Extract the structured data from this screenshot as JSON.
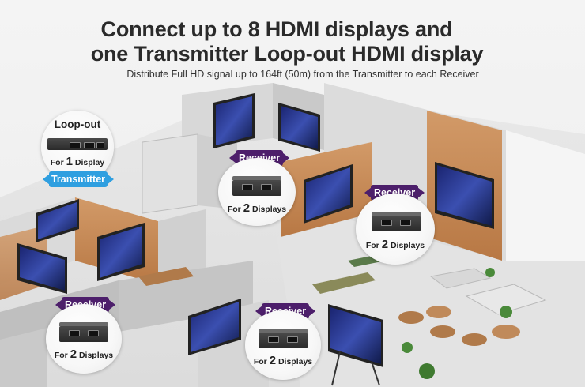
{
  "header": {
    "title_line1": "Connect up to 8 HDMI displays and",
    "title_line2": "one Transmitter Loop-out HDMI display",
    "subtitle": "Distribute Full HD signal up to 164ft (50m) from the Transmitter to each Receiver"
  },
  "transmitter": {
    "title": "Loop-out",
    "caption_prefix": "For",
    "caption_num": "1",
    "caption_suffix": "Display",
    "tag": "Transmitter"
  },
  "receivers": [
    {
      "tag": "Receiver",
      "caption_prefix": "For",
      "caption_num": "2",
      "caption_suffix": "Displays"
    },
    {
      "tag": "Receiver",
      "caption_prefix": "For",
      "caption_num": "2",
      "caption_suffix": "Displays"
    },
    {
      "tag": "Receiver",
      "caption_prefix": "For",
      "caption_num": "2",
      "caption_suffix": "Displays"
    },
    {
      "tag": "Receiver",
      "caption_prefix": "For",
      "caption_num": "2",
      "caption_suffix": "Displays"
    }
  ],
  "colors": {
    "receiver_tag": "#4d1f6b",
    "transmitter_tag": "#2f9fe0",
    "wood": "#c98a58",
    "screen": "#2a3a8a"
  }
}
